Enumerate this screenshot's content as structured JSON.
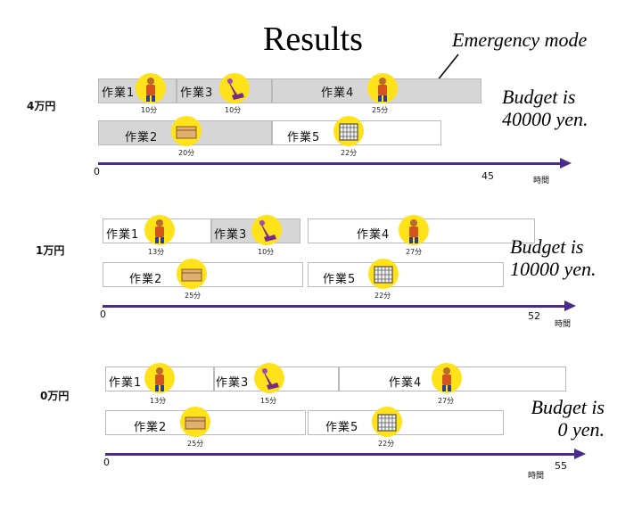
{
  "title": "Results",
  "emergency_label": "Emergency mode",
  "time_unit": "時間",
  "panels": [
    {
      "budget_level": "4万円",
      "budget_text": [
        "Budget is",
        "40000 yen."
      ],
      "axis_start": "0",
      "axis_end": "45",
      "tasks": [
        {
          "label": "作業1",
          "duration": "10分",
          "icon": "worker-icon",
          "highlight": true
        },
        {
          "label": "作業3",
          "duration": "10分",
          "icon": "vacuum-icon",
          "highlight": true
        },
        {
          "label": "作業4",
          "duration": "25分",
          "icon": "worker-icon",
          "highlight": true
        },
        {
          "label": "作業2",
          "duration": "20分",
          "icon": "box-icon",
          "highlight": true
        },
        {
          "label": "作業5",
          "duration": "22分",
          "icon": "basket-icon",
          "highlight": false
        }
      ]
    },
    {
      "budget_level": "1万円",
      "budget_text": [
        "Budget is",
        "10000 yen."
      ],
      "axis_start": "0",
      "axis_end": "52",
      "tasks": [
        {
          "label": "作業1",
          "duration": "13分",
          "icon": "worker-icon",
          "highlight": false
        },
        {
          "label": "作業3",
          "duration": "10分",
          "icon": "vacuum-icon",
          "highlight": true
        },
        {
          "label": "作業4",
          "duration": "27分",
          "icon": "worker-icon",
          "highlight": false
        },
        {
          "label": "作業2",
          "duration": "25分",
          "icon": "box-icon",
          "highlight": false
        },
        {
          "label": "作業5",
          "duration": "22分",
          "icon": "basket-icon",
          "highlight": false
        }
      ]
    },
    {
      "budget_level": "0万円",
      "budget_text": [
        "Budget is",
        "0 yen."
      ],
      "axis_start": "0",
      "axis_end": "55",
      "tasks": [
        {
          "label": "作業1",
          "duration": "13分",
          "icon": "worker-icon",
          "highlight": false
        },
        {
          "label": "作業3",
          "duration": "15分",
          "icon": "vacuum-icon",
          "highlight": false
        },
        {
          "label": "作業4",
          "duration": "27分",
          "icon": "worker-icon",
          "highlight": false
        },
        {
          "label": "作業2",
          "duration": "25分",
          "icon": "box-icon",
          "highlight": false
        },
        {
          "label": "作業5",
          "duration": "22分",
          "icon": "basket-icon",
          "highlight": false
        }
      ]
    }
  ]
}
